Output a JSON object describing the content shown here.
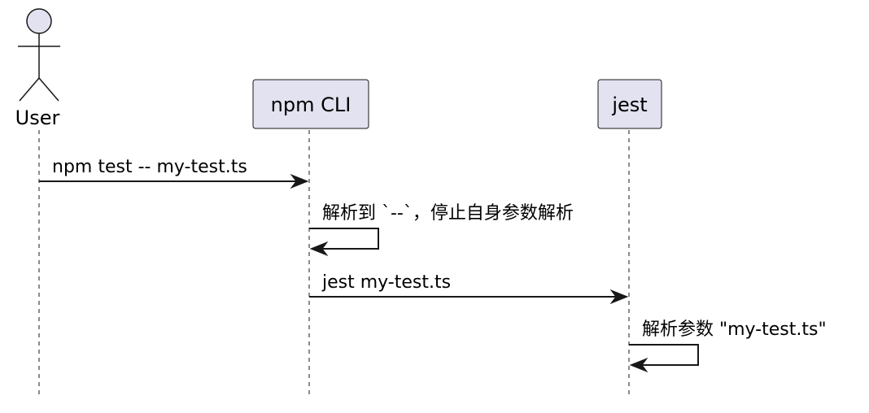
{
  "participants": [
    {
      "id": "user",
      "label": "User",
      "kind": "actor"
    },
    {
      "id": "npm",
      "label": "npm CLI",
      "kind": "participant"
    },
    {
      "id": "jest",
      "label": "jest",
      "kind": "participant"
    }
  ],
  "messages": [
    {
      "from": "user",
      "to": "npm",
      "label": "npm test -- my-test.ts"
    },
    {
      "from": "npm",
      "to": "npm",
      "label": "解析到 `--`，停止自身参数解析"
    },
    {
      "from": "npm",
      "to": "jest",
      "label": "jest my-test.ts"
    },
    {
      "from": "jest",
      "to": "jest",
      "label": "解析参数 \"my-test.ts\""
    }
  ],
  "colors": {
    "participant_fill": "#E2E2F0",
    "line": "#181818"
  }
}
